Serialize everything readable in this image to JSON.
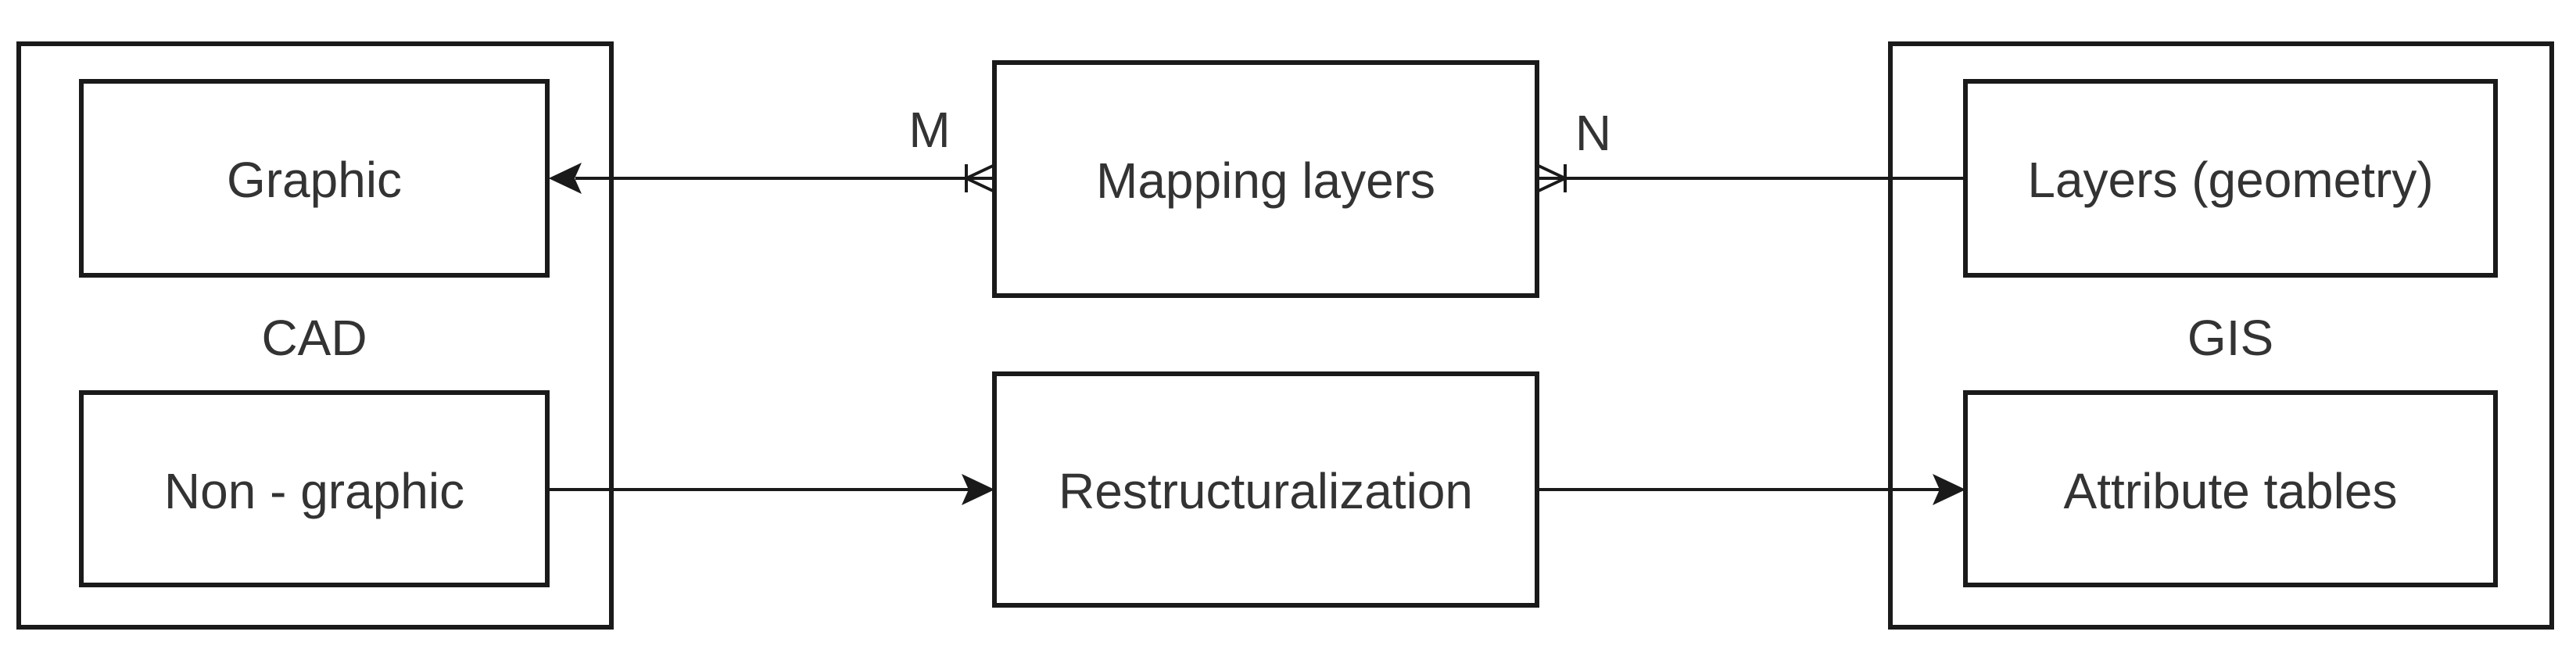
{
  "cad": {
    "group_label": "CAD",
    "graphic_label": "Graphic",
    "non_graphic_label": "Non - graphic"
  },
  "middle": {
    "mapping_label": "Mapping layers",
    "restructuralization_label": "Restructuralization"
  },
  "gis": {
    "group_label": "GIS",
    "layers_label": "Layers (geometry)",
    "attribute_label": "Attribute tables"
  },
  "relationship": {
    "left_cardinality": "M",
    "right_cardinality": "N"
  },
  "colors": {
    "stroke": "#1a1a1a",
    "text": "#333333",
    "background": "#ffffff"
  }
}
